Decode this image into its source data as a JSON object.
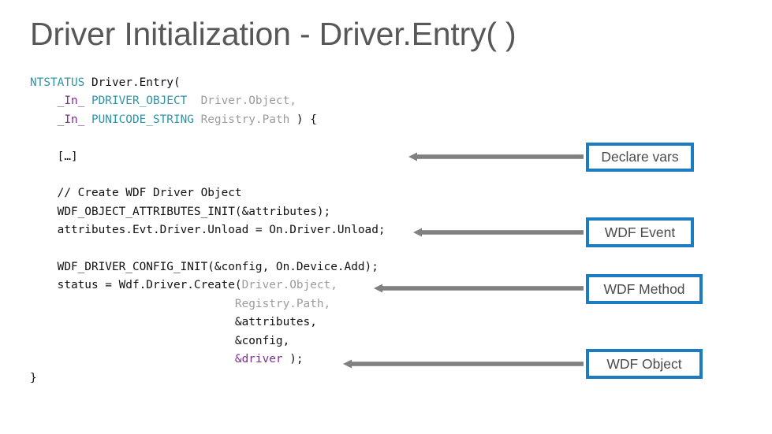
{
  "slide": {
    "title": "Driver Initialization - Driver.Entry( )",
    "background_color": "#ffffff",
    "accent_color": "#1b7cc2",
    "title_color": "#585858"
  },
  "code": {
    "language": "c",
    "colors": {
      "type": "#2f94a5",
      "annotation": "#7a2f8f",
      "parameter": "#9b9b9b",
      "plain": "#111111"
    },
    "lines": [
      {
        "id": "line-1",
        "indent": 0,
        "tokens": [
          {
            "text": "NTSTATUS ",
            "kind": "type"
          },
          {
            "text": "Driver.Entry(",
            "kind": "plain"
          }
        ]
      },
      {
        "id": "line-2",
        "indent": 0,
        "tokens": [
          {
            "text": "    ",
            "kind": "plain"
          },
          {
            "text": "_In_ ",
            "kind": "annotation"
          },
          {
            "text": "PDRIVER_OBJECT ",
            "kind": "type"
          },
          {
            "text": " Driver.Object,",
            "kind": "parameter"
          }
        ]
      },
      {
        "id": "line-3",
        "indent": 0,
        "tokens": [
          {
            "text": "    ",
            "kind": "plain"
          },
          {
            "text": "_In_ ",
            "kind": "annotation"
          },
          {
            "text": "PUNICODE_STRING ",
            "kind": "type"
          },
          {
            "text": "Registry.Path",
            "kind": "parameter"
          },
          {
            "text": " ) {",
            "kind": "plain"
          }
        ]
      },
      {
        "id": "line-4",
        "indent": 0,
        "tokens": []
      },
      {
        "id": "line-5",
        "indent": 0,
        "tokens": [
          {
            "text": "    […]",
            "kind": "plain"
          }
        ]
      },
      {
        "id": "line-6",
        "indent": 0,
        "tokens": []
      },
      {
        "id": "line-7",
        "indent": 0,
        "tokens": [
          {
            "text": "    // Create WDF Driver Object",
            "kind": "plain"
          }
        ]
      },
      {
        "id": "line-8",
        "indent": 0,
        "tokens": [
          {
            "text": "    WDF_OBJECT_ATTRIBUTES_INIT(&attributes);",
            "kind": "plain"
          }
        ]
      },
      {
        "id": "line-9",
        "indent": 0,
        "tokens": [
          {
            "text": "    attributes.Evt.Driver.Unload = On.Driver.Unload;",
            "kind": "plain"
          }
        ]
      },
      {
        "id": "line-10",
        "indent": 0,
        "tokens": []
      },
      {
        "id": "line-11",
        "indent": 0,
        "tokens": [
          {
            "text": "    WDF_DRIVER_CONFIG_INIT(&config, On.Device.Add);",
            "kind": "plain"
          }
        ]
      },
      {
        "id": "line-12",
        "indent": 0,
        "tokens": [
          {
            "text": "    status = Wdf.Driver.Create(",
            "kind": "plain"
          },
          {
            "text": "Driver.Object,",
            "kind": "parameter"
          }
        ]
      },
      {
        "id": "line-13",
        "indent": 0,
        "tokens": [
          {
            "text": "                              ",
            "kind": "plain"
          },
          {
            "text": "Registry.Path,",
            "kind": "parameter"
          }
        ]
      },
      {
        "id": "line-14",
        "indent": 0,
        "tokens": [
          {
            "text": "                              &attributes,",
            "kind": "plain"
          }
        ]
      },
      {
        "id": "line-15",
        "indent": 0,
        "tokens": [
          {
            "text": "                              &config,",
            "kind": "plain"
          }
        ]
      },
      {
        "id": "line-16",
        "indent": 0,
        "tokens": [
          {
            "text": "                              ",
            "kind": "plain"
          },
          {
            "text": "&driver",
            "kind": "annotation"
          },
          {
            "text": " );",
            "kind": "plain"
          }
        ]
      },
      {
        "id": "line-17",
        "indent": 0,
        "tokens": [
          {
            "text": "}",
            "kind": "plain"
          }
        ]
      }
    ]
  },
  "callouts": [
    {
      "id": "declare-vars",
      "label": "Declare vars",
      "arrow_icon": "arrow-left-icon"
    },
    {
      "id": "wdf-event",
      "label": "WDF Event",
      "arrow_icon": "arrow-left-icon"
    },
    {
      "id": "wdf-method",
      "label": "WDF Method",
      "arrow_icon": "arrow-left-icon"
    },
    {
      "id": "wdf-object",
      "label": "WDF Object",
      "arrow_icon": "arrow-left-icon"
    }
  ]
}
